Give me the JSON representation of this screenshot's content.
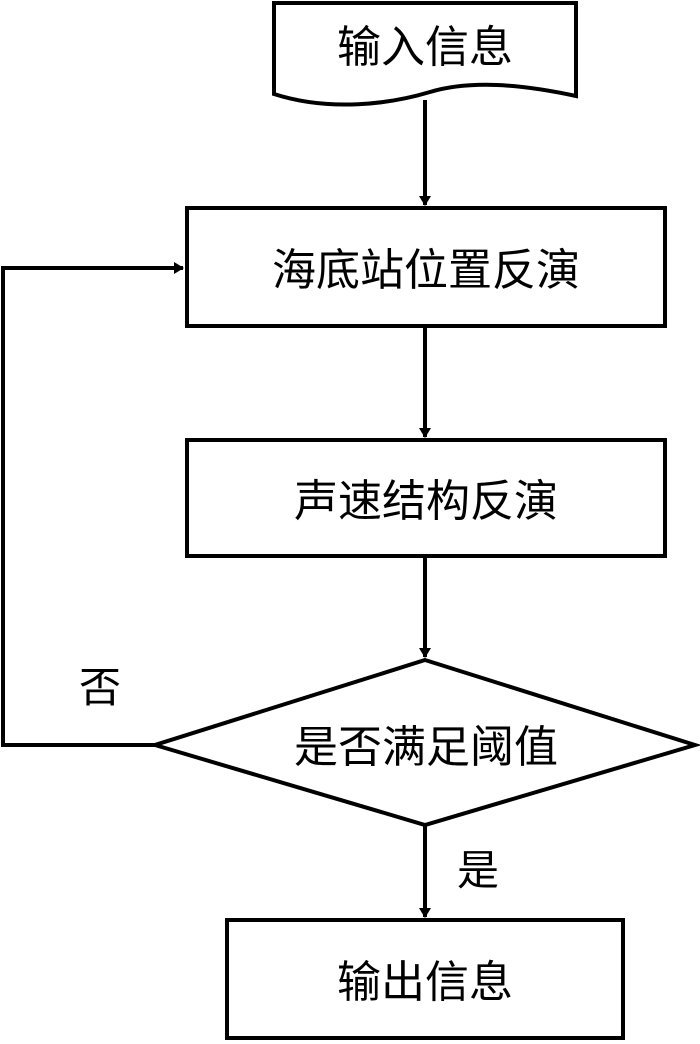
{
  "diagram": {
    "type": "flowchart",
    "nodes": [
      {
        "id": "input",
        "shape": "document",
        "label": "输入信息"
      },
      {
        "id": "pos",
        "shape": "process",
        "label": "海底站位置反演"
      },
      {
        "id": "ssp",
        "shape": "process",
        "label": "声速结构反演"
      },
      {
        "id": "check",
        "shape": "decision",
        "label": "是否满足阈值"
      },
      {
        "id": "output",
        "shape": "process",
        "label": "输出信息"
      }
    ],
    "edges": [
      {
        "from": "input",
        "to": "pos",
        "label": ""
      },
      {
        "from": "pos",
        "to": "ssp",
        "label": ""
      },
      {
        "from": "ssp",
        "to": "check",
        "label": ""
      },
      {
        "from": "check",
        "to": "pos",
        "label": "否"
      },
      {
        "from": "check",
        "to": "output",
        "label": "是"
      }
    ],
    "colors": {
      "stroke": "#000000",
      "background": "#ffffff"
    }
  }
}
